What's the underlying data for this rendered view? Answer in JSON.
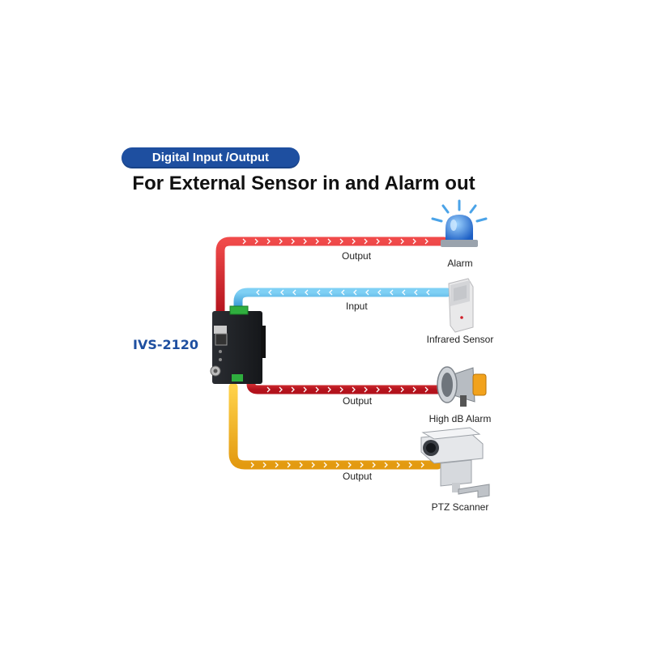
{
  "header": {
    "badge": "Digital Input /Output",
    "title": "For External Sensor in and Alarm out"
  },
  "device": {
    "model": "IVS-2120"
  },
  "connections": [
    {
      "label": "Output",
      "target": "Alarm",
      "color": "#d0202a",
      "icon": "siren-icon"
    },
    {
      "label": "Input",
      "target": "Infrared Sensor",
      "color": "#3aa7de",
      "icon": "infrared-sensor-icon"
    },
    {
      "label": "Output",
      "target": "High dB Alarm",
      "color": "#d0202a",
      "icon": "megaphone-icon"
    },
    {
      "label": "Output",
      "target": "PTZ Scanner",
      "color": "#f2b41c",
      "icon": "ptz-camera-icon"
    }
  ],
  "colors": {
    "badge": "#1e4fa0",
    "output": "#d0202a",
    "input": "#3aa7de",
    "ptz": "#f2b41c"
  }
}
